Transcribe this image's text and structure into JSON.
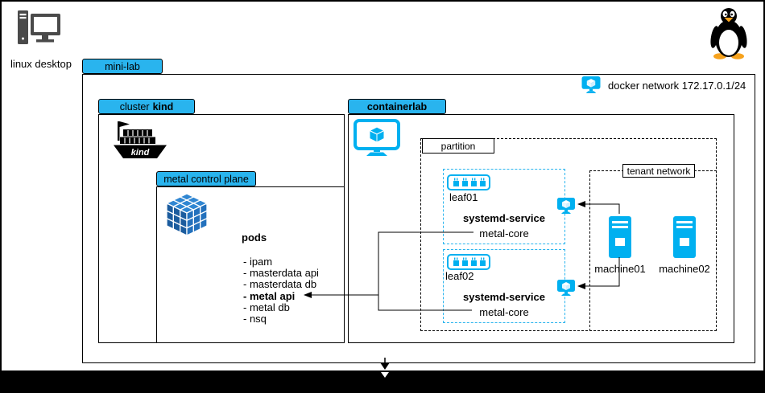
{
  "desktop": {
    "label": "linux desktop"
  },
  "minilab": {
    "label": "mini-lab",
    "docker_network": "docker network 172.17.0.1/24"
  },
  "cluster": {
    "label_prefix": "cluster",
    "label_bold": "kind",
    "kind_logo_text": "kind",
    "control_plane": {
      "label": "metal control plane",
      "pods_title": "pods",
      "pods": [
        "- ipam",
        "- masterdata api",
        "- masterdata db",
        "- metal api",
        "- metal db",
        "- nsq"
      ]
    }
  },
  "containerlab": {
    "label": "containerlab",
    "partition": {
      "label": "partition",
      "leaf01": {
        "name": "leaf01",
        "service": "systemd-service",
        "core": "metal-core"
      },
      "leaf02": {
        "name": "leaf02",
        "service": "systemd-service",
        "core": "metal-core"
      },
      "tenant": {
        "label": "tenant network",
        "machine01": "machine01",
        "machine02": "machine02"
      }
    }
  },
  "colors": {
    "accent_cyan": "#29b4ee",
    "icon_cyan": "#00b0f0",
    "cube_blue": "#2371bd",
    "desktop_gray": "#4a4a4a"
  }
}
